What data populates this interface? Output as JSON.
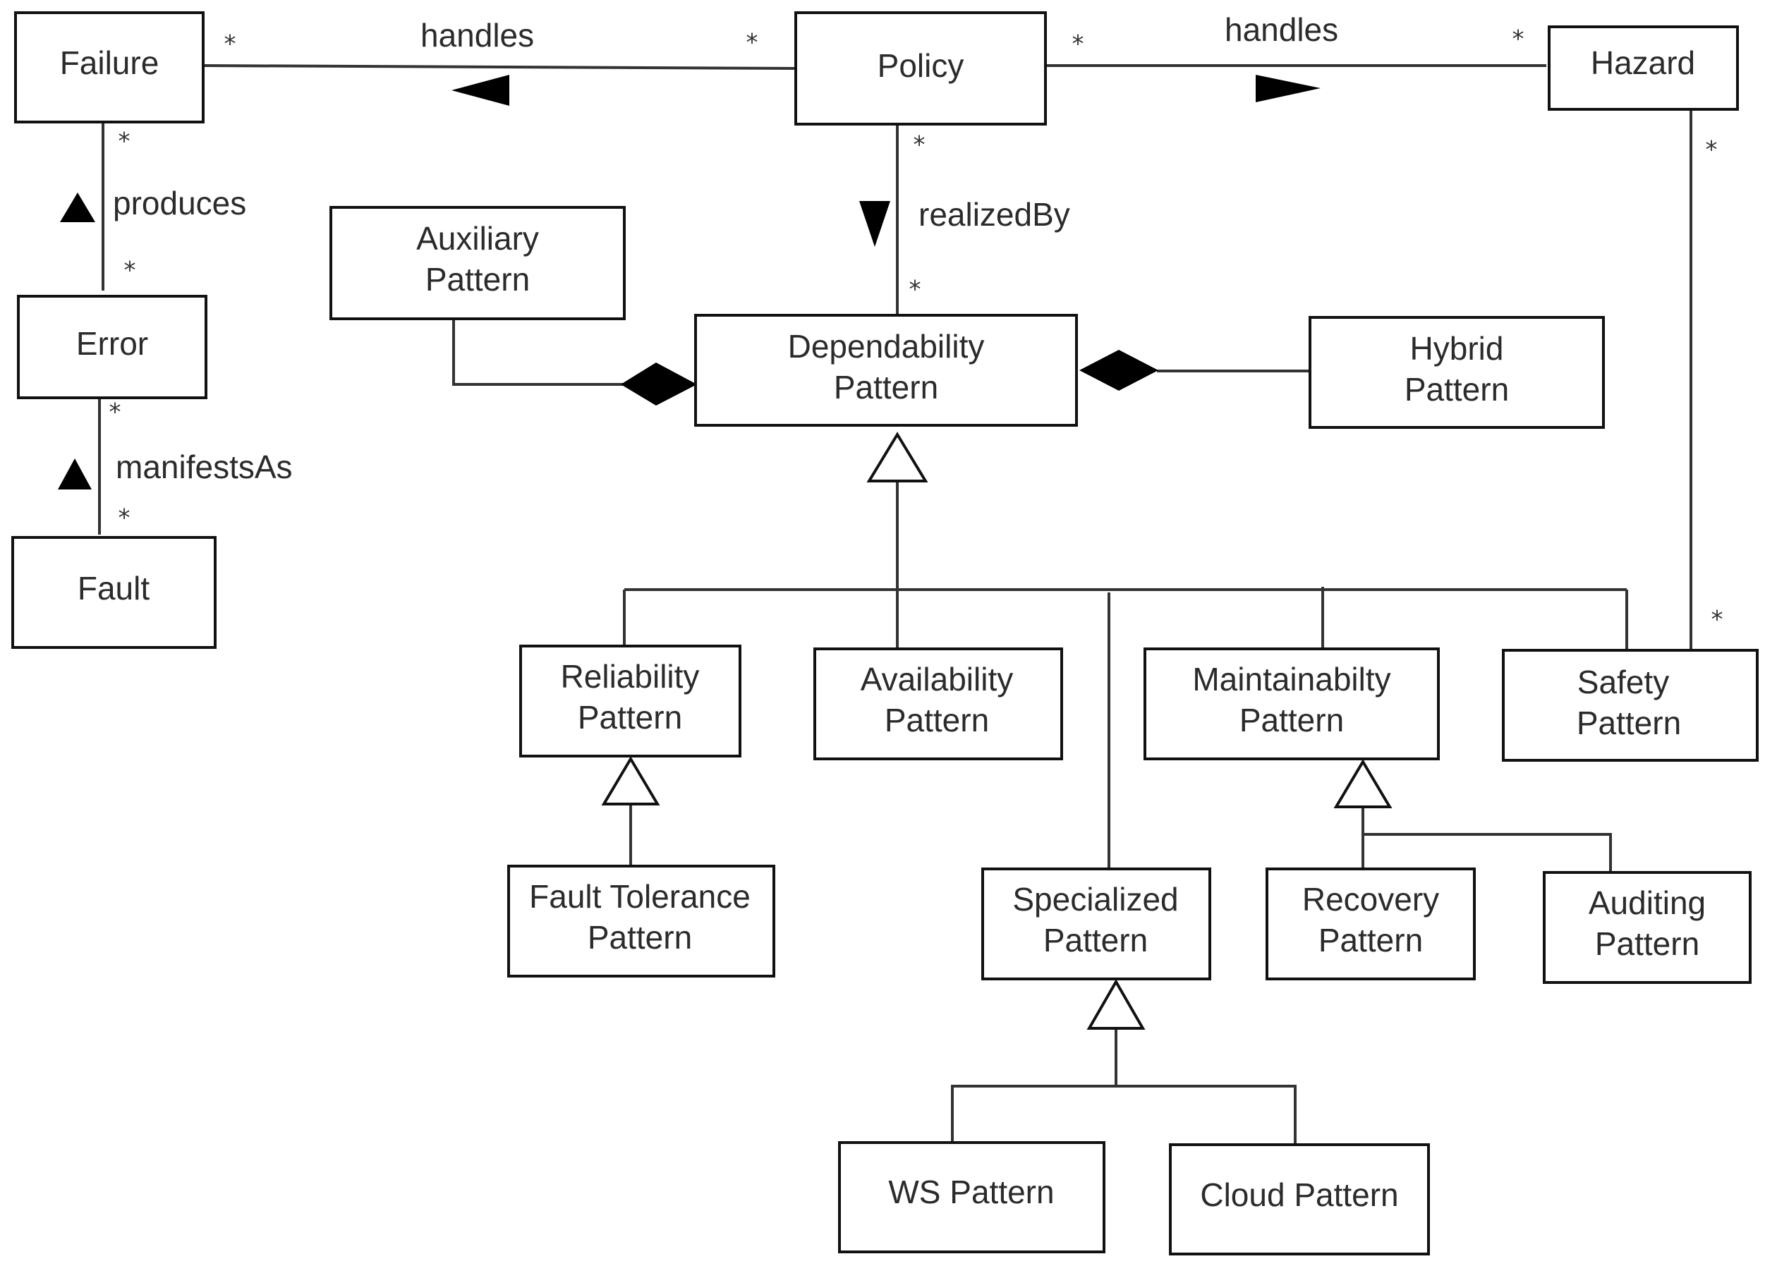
{
  "classes": {
    "failure": "Failure",
    "policy": "Policy",
    "hazard": "Hazard",
    "error": "Error",
    "fault": "Fault",
    "auxiliary": [
      "Auxiliary",
      "Pattern"
    ],
    "dependability": [
      "Dependability",
      "Pattern"
    ],
    "hybrid": [
      "Hybrid",
      "Pattern"
    ],
    "reliability": [
      "Reliability",
      "Pattern"
    ],
    "availability": [
      "Availability",
      "Pattern"
    ],
    "maintainability": [
      "Maintainabilty",
      "Pattern"
    ],
    "safety": [
      "Safety",
      "Pattern"
    ],
    "fault_tolerance": [
      "Fault Tolerance",
      "Pattern"
    ],
    "specialized": [
      "Specialized",
      "Pattern"
    ],
    "recovery": [
      "Recovery",
      "Pattern"
    ],
    "auditing": [
      "Auditing",
      "Pattern"
    ],
    "ws": "WS Pattern",
    "cloud": "Cloud Pattern"
  },
  "associations": {
    "policy_failure": "handles",
    "policy_hazard": "handles",
    "error_failure": "produces",
    "policy_dependability": "realizedBy",
    "fault_error": "manifestsAs"
  },
  "multiplicity": "*"
}
